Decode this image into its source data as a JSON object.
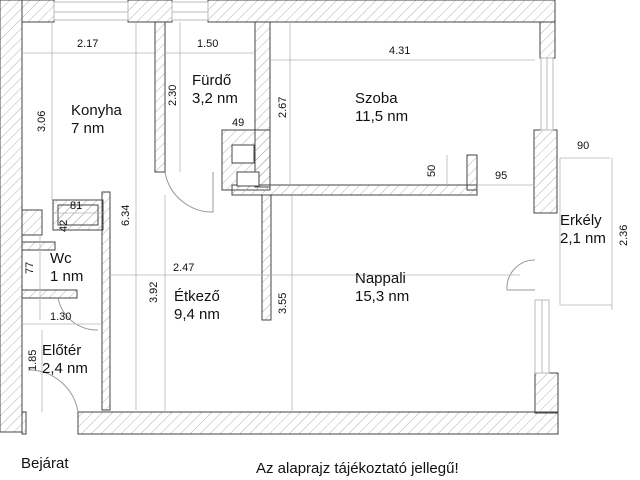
{
  "rooms": [
    {
      "id": "konyha",
      "name": "Konyha",
      "area": "7 nm"
    },
    {
      "id": "furdo",
      "name": "Fürdő",
      "area": "3,2 nm"
    },
    {
      "id": "szoba",
      "name": "Szoba",
      "area": "11,5 nm"
    },
    {
      "id": "erkely",
      "name": "Erkély",
      "area": "2,1 nm"
    },
    {
      "id": "wc",
      "name": "Wc",
      "area": "1 nm"
    },
    {
      "id": "etkezo",
      "name": "Étkező",
      "area": "9,4 nm"
    },
    {
      "id": "nappali",
      "name": "Nappali",
      "area": "15,3 nm"
    },
    {
      "id": "eloter",
      "name": "Előtér",
      "area": "2,4 nm"
    }
  ],
  "dimensions": {
    "konyha_width": "2.17",
    "konyha_height": "3.06",
    "furdo_width": "1.50",
    "furdo_height": "2.30",
    "furdo_niche": "49",
    "szoba_width": "4.31",
    "szoba_height": "2.67",
    "szoba_niche_depth": "50",
    "szoba_niche_offset": "95",
    "erkely_width": "90",
    "erkely_height": "2.36",
    "wc_shaft_width": "81",
    "wc_shaft_depth": "42",
    "wc_height": "77",
    "left_total_height": "6.34",
    "etkezo_width": "2.47",
    "etkezo_height": "3.92",
    "nappali_height": "3.55",
    "eloter_width": "1.30",
    "eloter_height": "1.85"
  },
  "labels": {
    "entrance": "Bejárat",
    "disclaimer": "Az alaprajz tájékoztató jellegű!"
  },
  "colors": {
    "wall_stroke": "#444444",
    "hatch": "#9a9a9a",
    "dim_line": "#b0b0b0"
  }
}
